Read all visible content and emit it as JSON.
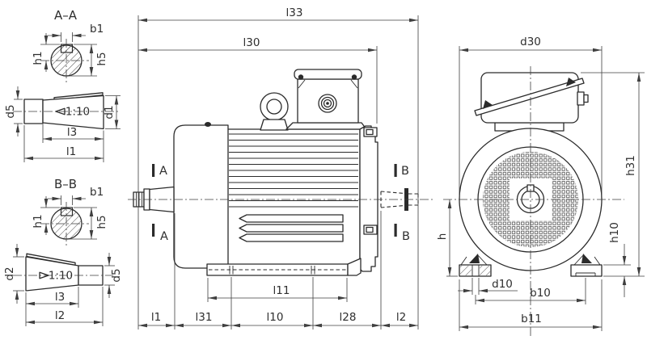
{
  "colors": {
    "line": "#2b2b2b",
    "dim": "#3f3f3f",
    "background": "#ffffff"
  },
  "section_aa": {
    "title": "A–A",
    "b1": "b1",
    "h1": "h1",
    "h5": "h5"
  },
  "shaft_front_detail": {
    "d5": "d5",
    "d1": "d1",
    "l3": "l3",
    "l1": "l1",
    "taper": "1:10"
  },
  "section_bb": {
    "title": "B–B",
    "b1": "b1",
    "h1": "h1",
    "h5": "h5"
  },
  "shaft_rear_detail": {
    "d2": "d2",
    "d5": "d5",
    "l3": "l3",
    "l2": "l2",
    "taper": "1:10"
  },
  "side_view": {
    "l33": "l33",
    "l30": "l30",
    "l11": "l11",
    "l1": "l1",
    "l31": "l31",
    "l10": "l10",
    "l28": "l28",
    "l2": "l2",
    "mark_a": "A",
    "mark_b": "B"
  },
  "front_view": {
    "d30": "d30",
    "h31": "h31",
    "h10": "h10",
    "h": "h",
    "d10": "d10",
    "b10": "b10",
    "b11": "b11"
  }
}
